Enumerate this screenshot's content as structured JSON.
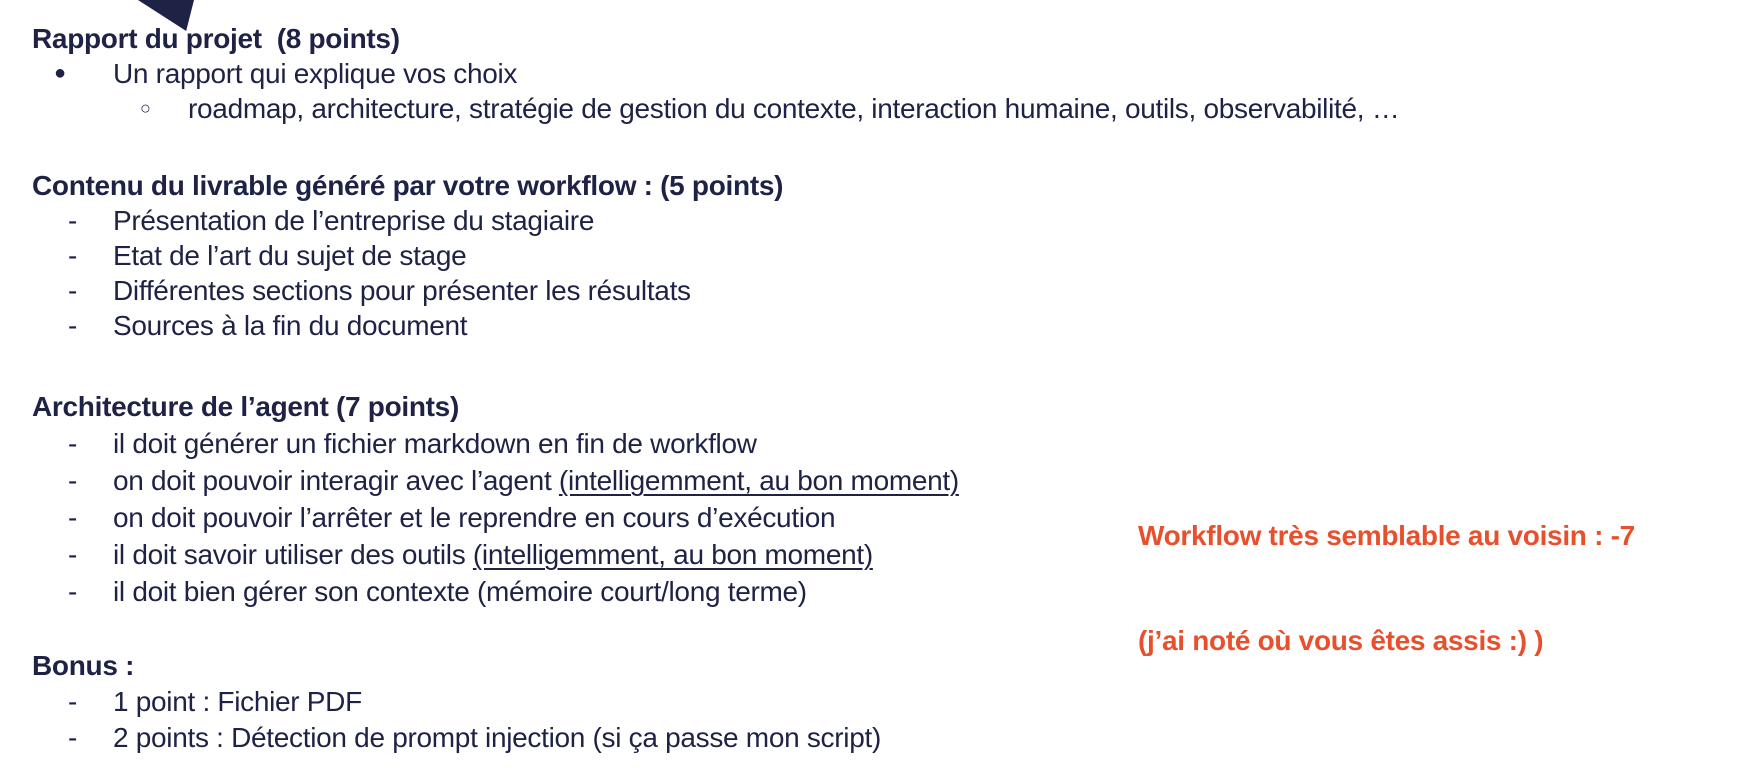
{
  "page": {
    "background": "#ffffff",
    "text_color": "#1E2245",
    "accent_color": "#E8502D"
  },
  "decor": {
    "triangle_color": "#1E2245"
  },
  "markers": {
    "bullet": "●",
    "circle": "○",
    "dash": "-"
  },
  "sections": [
    {
      "id": "rapport",
      "heading": "Rapport du projet  (8 points)",
      "items": [
        {
          "level": 1,
          "marker": "bullet",
          "segments": [
            {
              "text": "Un rapport qui explique vos choix"
            }
          ]
        },
        {
          "level": 2,
          "marker": "circle",
          "segments": [
            {
              "text": "roadmap, architecture, stratégie de gestion du contexte, interaction humaine, outils, observabilité, …"
            }
          ]
        }
      ]
    },
    {
      "id": "contenu-livrable",
      "heading": "Contenu du livrable généré par votre workflow : (5 points)",
      "items": [
        {
          "level": 1,
          "marker": "dash",
          "segments": [
            {
              "text": "Présentation de l’entreprise du stagiaire"
            }
          ]
        },
        {
          "level": 1,
          "marker": "dash",
          "segments": [
            {
              "text": "Etat de l’art du sujet de stage"
            }
          ]
        },
        {
          "level": 1,
          "marker": "dash",
          "segments": [
            {
              "text": "Différentes sections pour présenter les résultats"
            }
          ]
        },
        {
          "level": 1,
          "marker": "dash",
          "segments": [
            {
              "text": "Sources à la fin du document"
            }
          ]
        }
      ]
    },
    {
      "id": "architecture-agent",
      "heading": "Architecture de l’agent (7 points)",
      "items": [
        {
          "level": 1,
          "marker": "dash",
          "segments": [
            {
              "text": "il doit générer un fichier markdown en fin de workflow"
            }
          ]
        },
        {
          "level": 1,
          "marker": "dash",
          "segments": [
            {
              "text": "on doit pouvoir interagir avec l’agent "
            },
            {
              "text": "(intelligemment, au bon moment)",
              "underline": true
            }
          ]
        },
        {
          "level": 1,
          "marker": "dash",
          "segments": [
            {
              "text": "on doit pouvoir l’arrêter et le reprendre en cours d’exécution"
            }
          ]
        },
        {
          "level": 1,
          "marker": "dash",
          "segments": [
            {
              "text": "il doit savoir utiliser des outils "
            },
            {
              "text": "(intelligemment, au bon moment)",
              "underline": true
            }
          ]
        },
        {
          "level": 1,
          "marker": "dash",
          "segments": [
            {
              "text": "il doit bien gérer son contexte (mémoire court/long terme)"
            }
          ]
        }
      ]
    },
    {
      "id": "bonus",
      "heading": "Bonus :",
      "items": [
        {
          "level": 1,
          "marker": "dash",
          "segments": [
            {
              "text": "1 point : Fichier PDF"
            }
          ]
        },
        {
          "level": 1,
          "marker": "dash",
          "segments": [
            {
              "text": "2 points : Détection de prompt injection (si ça passe mon script)"
            }
          ]
        }
      ]
    }
  ],
  "annotation": {
    "line1": "Workflow très semblable au voisin : -7",
    "line2": "(j’ai noté où vous êtes assis :) )",
    "color": "#E8502D"
  }
}
